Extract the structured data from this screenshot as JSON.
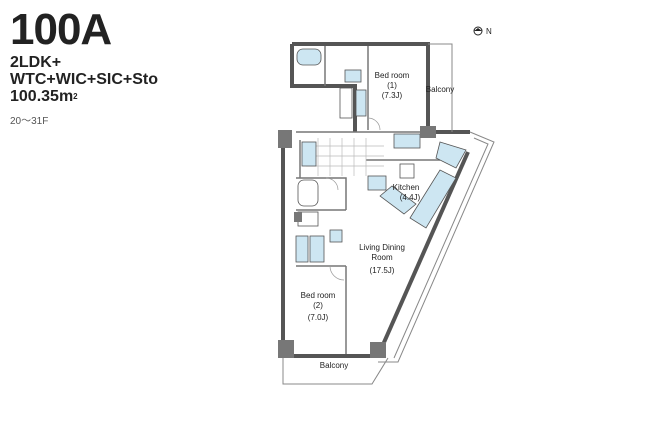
{
  "unit": {
    "name": "100A",
    "type_line1": "2LDK+",
    "type_line2": "WTC+WIC+SIC+Sto",
    "area_value": "100.35m",
    "area_sup": "2",
    "floors": "20～31F"
  },
  "compass": {
    "label": "N"
  },
  "rooms": {
    "bedroom1": {
      "name": "Bed room",
      "number": "(1)",
      "size": "(7.3J)"
    },
    "balcony_top": {
      "name": "Balcony"
    },
    "kitchen": {
      "name": "Kitchen",
      "size": "(4.4J)"
    },
    "living": {
      "name1": "Living Dining",
      "name2": "Room",
      "size": "(17.5J)"
    },
    "bedroom2": {
      "name": "Bed room",
      "number": "(2)",
      "size": "(7.0J)"
    },
    "balcony_bottom": {
      "name": "Balcony"
    }
  },
  "colors": {
    "wall": "#555555",
    "fixture": "#cde6f2",
    "column": "#777777"
  }
}
